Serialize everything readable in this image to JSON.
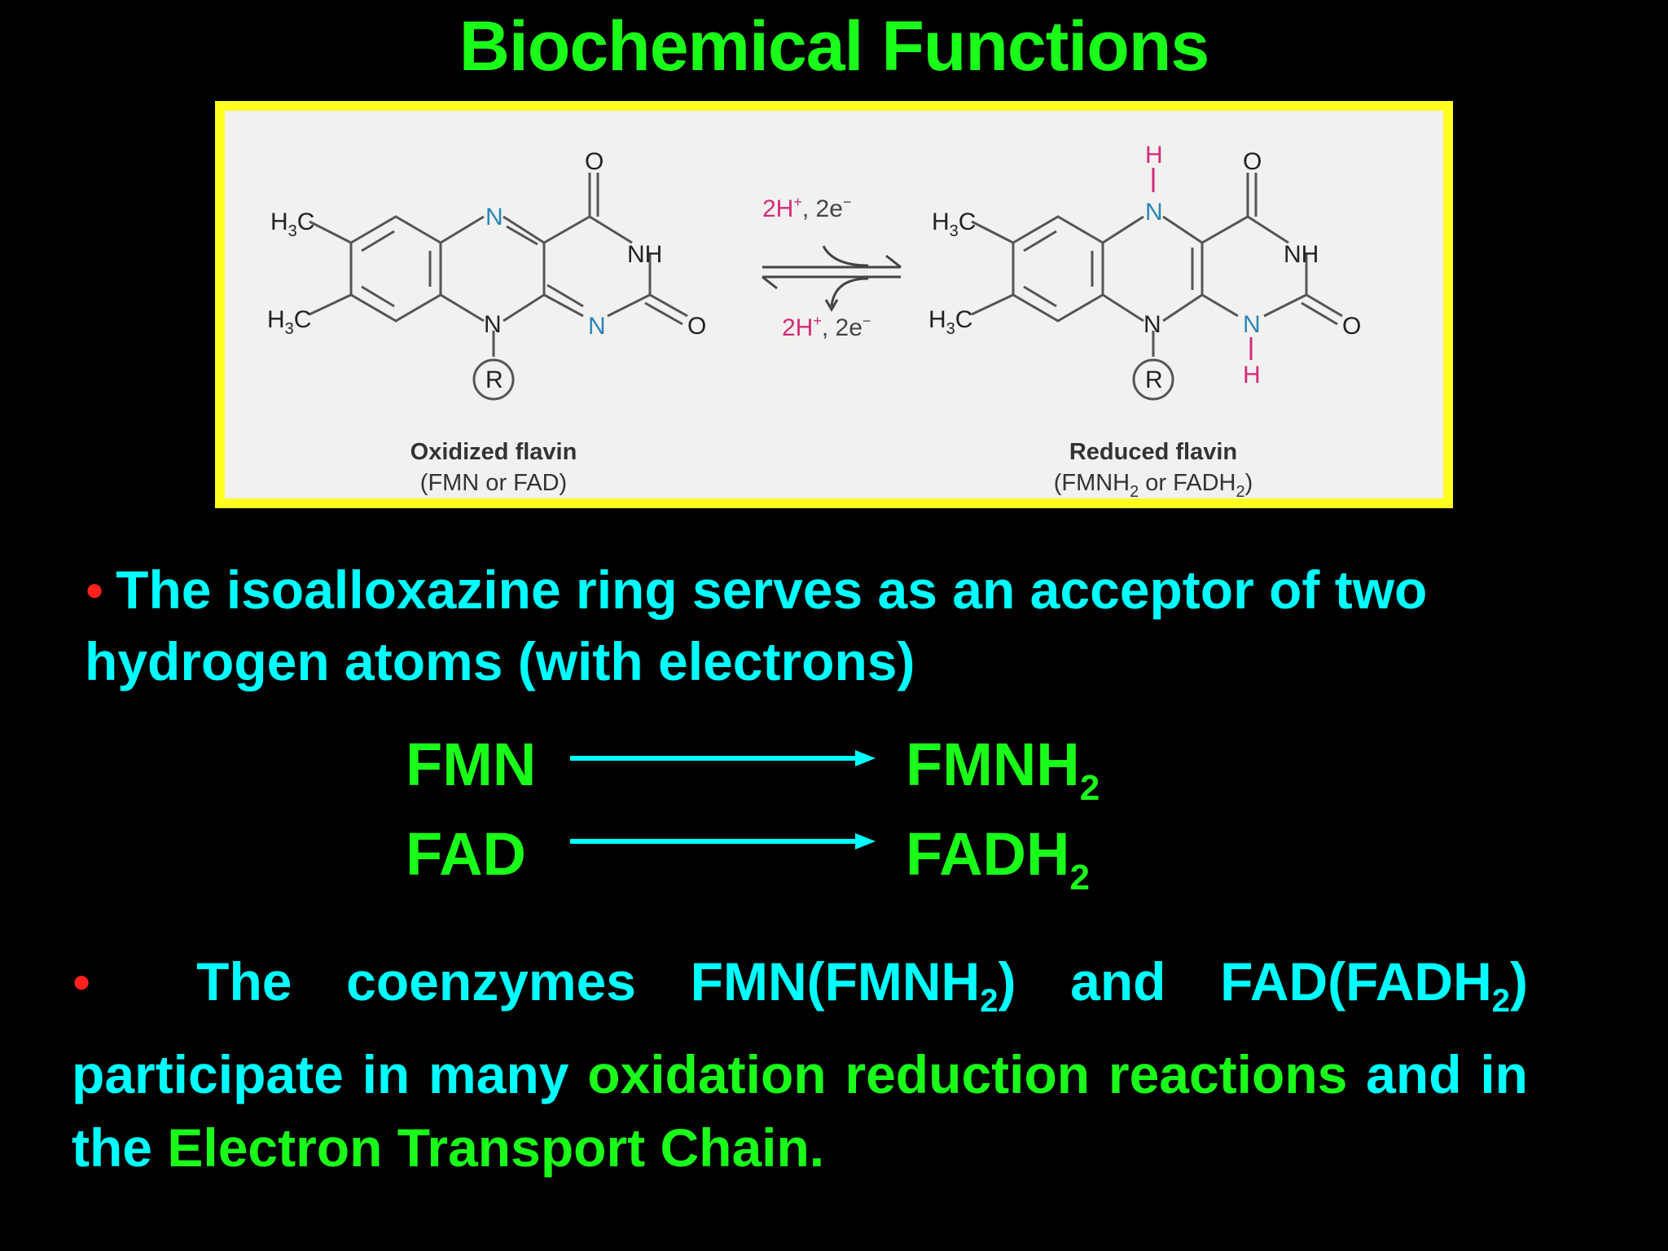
{
  "slide": {
    "title": "Biochemical Functions"
  },
  "figure": {
    "left_caption_title": "Oxidized flavin",
    "left_caption_sub": "(FMN or FAD)",
    "right_caption_title": "Reduced flavin",
    "right_caption_sub_prefix": "(FMNH",
    "right_caption_sub_mid": " or FADH",
    "right_caption_sub_end": ")",
    "subscript_2": "2",
    "reaction_top": "2H",
    "reaction_top_sup": "+",
    "reaction_top_tail": ", 2e",
    "reaction_top_tail_sup": "−",
    "reaction_bottom": "2H",
    "reaction_bottom_sup": "+",
    "reaction_bottom_tail": ", 2e",
    "reaction_bottom_tail_sup": "−",
    "atom_H3C": "H",
    "atom_C": "C",
    "atom_3": "3",
    "atom_N": "N",
    "atom_NH": "NH",
    "atom_O": "O",
    "atom_H": "H",
    "atom_R": "R"
  },
  "bullet1": {
    "text_line": "The isoalloxazine ring serves as an acceptor of two hydrogen atoms (with electrons)"
  },
  "equations": {
    "row1_left": "FMN",
    "row1_right": "FMNH",
    "row2_left": "FAD",
    "row2_right": "FADH",
    "sub": "2"
  },
  "bullet2": {
    "part1": "The coenzymes FMN(FMNH",
    "sub": "2",
    "part2": ") and FAD(FADH",
    "part3": ") participate in many ",
    "green1": "oxidation reduction reactions",
    "part4": " and in the ",
    "green2": "Electron Transport Chain."
  },
  "colors": {
    "background": "#000000",
    "title": "#1aff1a",
    "body_text": "#00ffff",
    "highlight": "#1aff1a",
    "bullet": "#ff2020",
    "frame": "#ffff1f",
    "arrow": "#00ffff"
  }
}
